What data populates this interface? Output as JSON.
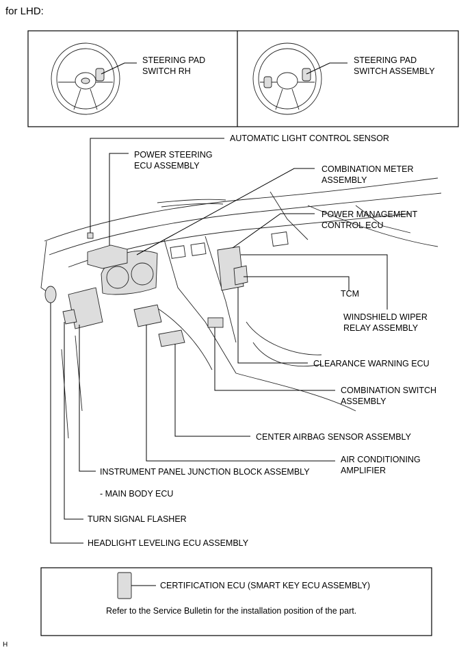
{
  "header": {
    "title": "for LHD:"
  },
  "top_panel": {
    "left_label_line1": "STEERING PAD",
    "left_label_line2": "SWITCH RH",
    "right_label_line1": "STEERING PAD",
    "right_label_line2": "SWITCH ASSEMBLY"
  },
  "callouts": {
    "auto_light": "AUTOMATIC LIGHT CONTROL SENSOR",
    "ps_ecu_1": "POWER STEERING",
    "ps_ecu_2": "ECU ASSEMBLY",
    "comb_meter_1": "COMBINATION METER",
    "comb_meter_2": "ASSEMBLY",
    "pwr_mgmt_1": "POWER MANAGEMENT",
    "pwr_mgmt_2": "CONTROL ECU",
    "tcm": "TCM",
    "wiper_1": "WINDSHIELD WIPER",
    "wiper_2": "RELAY ASSEMBLY",
    "clearance": "CLEARANCE WARNING ECU",
    "comb_switch_1": "COMBINATION SWITCH",
    "comb_switch_2": "ASSEMBLY",
    "center_airbag": "CENTER AIRBAG SENSOR ASSEMBLY",
    "aircon_1": "AIR CONDITIONING",
    "aircon_2": "AMPLIFIER",
    "ip_jb": "INSTRUMENT PANEL JUNCTION BLOCK ASSEMBLY",
    "main_body": "- MAIN BODY ECU",
    "turn_signal": "TURN SIGNAL FLASHER",
    "headlight": "HEADLIGHT LEVELING ECU ASSEMBLY"
  },
  "bottom_panel": {
    "cert_label": "CERTIFICATION ECU (SMART KEY ECU ASSEMBLY)",
    "note": "Refer to the Service Bulletin for the installation position of the part."
  },
  "footer": {
    "mark": "H"
  }
}
